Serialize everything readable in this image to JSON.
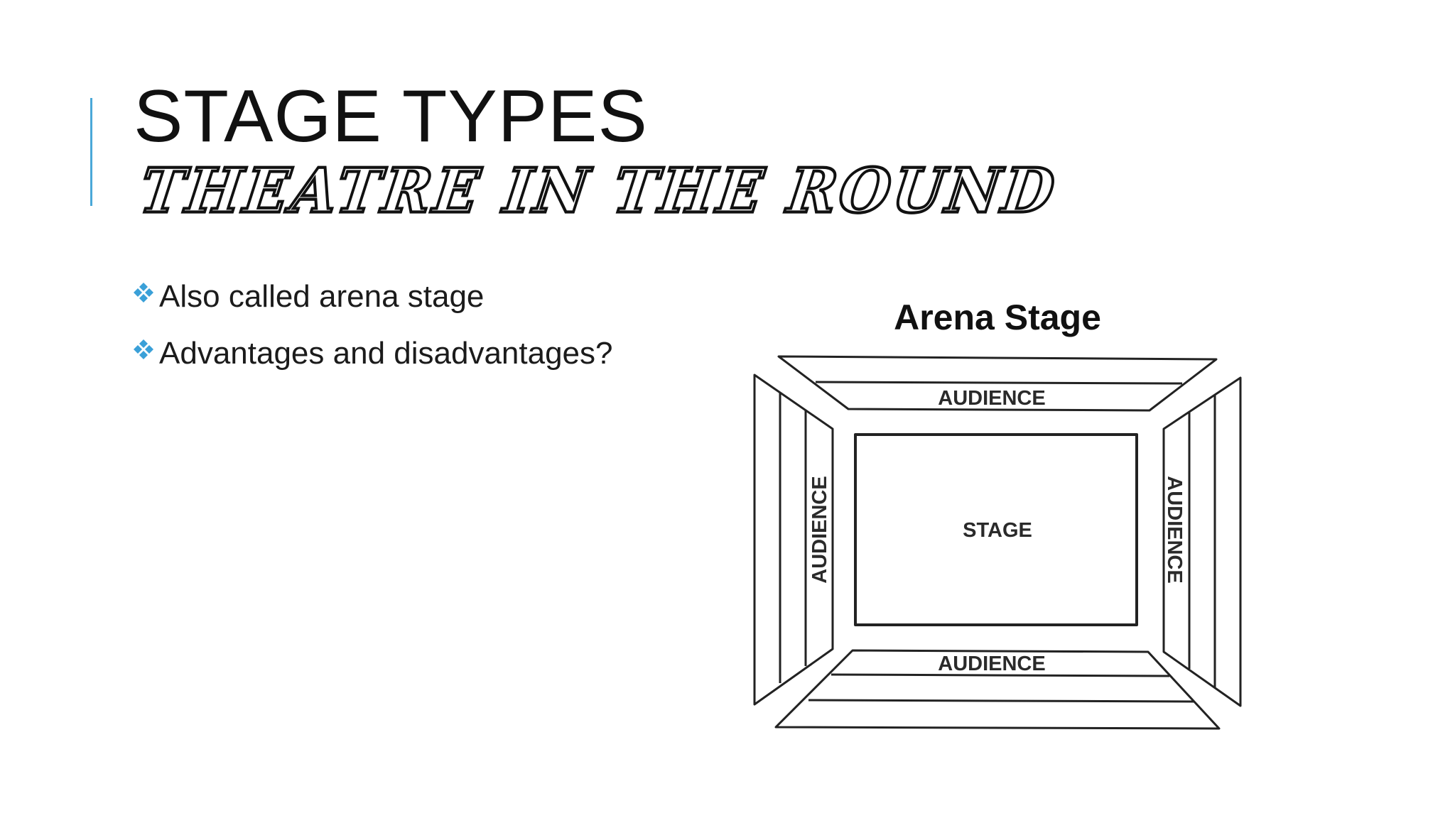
{
  "slide": {
    "title": "STAGE TYPES",
    "subtitle": "THEATRE IN THE ROUND",
    "accent_color": "#4aa8d8",
    "bullet_color": "#3aa0d8",
    "bullets": [
      {
        "text": "Also called arena stage",
        "icon": "four-diamond-icon"
      },
      {
        "text": "Advantages and disadvantages?",
        "icon": "four-diamond-icon"
      }
    ]
  },
  "diagram": {
    "title": "Arena Stage",
    "stage_label": "STAGE",
    "audience_top_label": "AUDIENCE",
    "audience_bottom_label": "AUDIENCE",
    "audience_left_label": "AUDIENCE",
    "audience_right_label": "AUDIENCE"
  }
}
